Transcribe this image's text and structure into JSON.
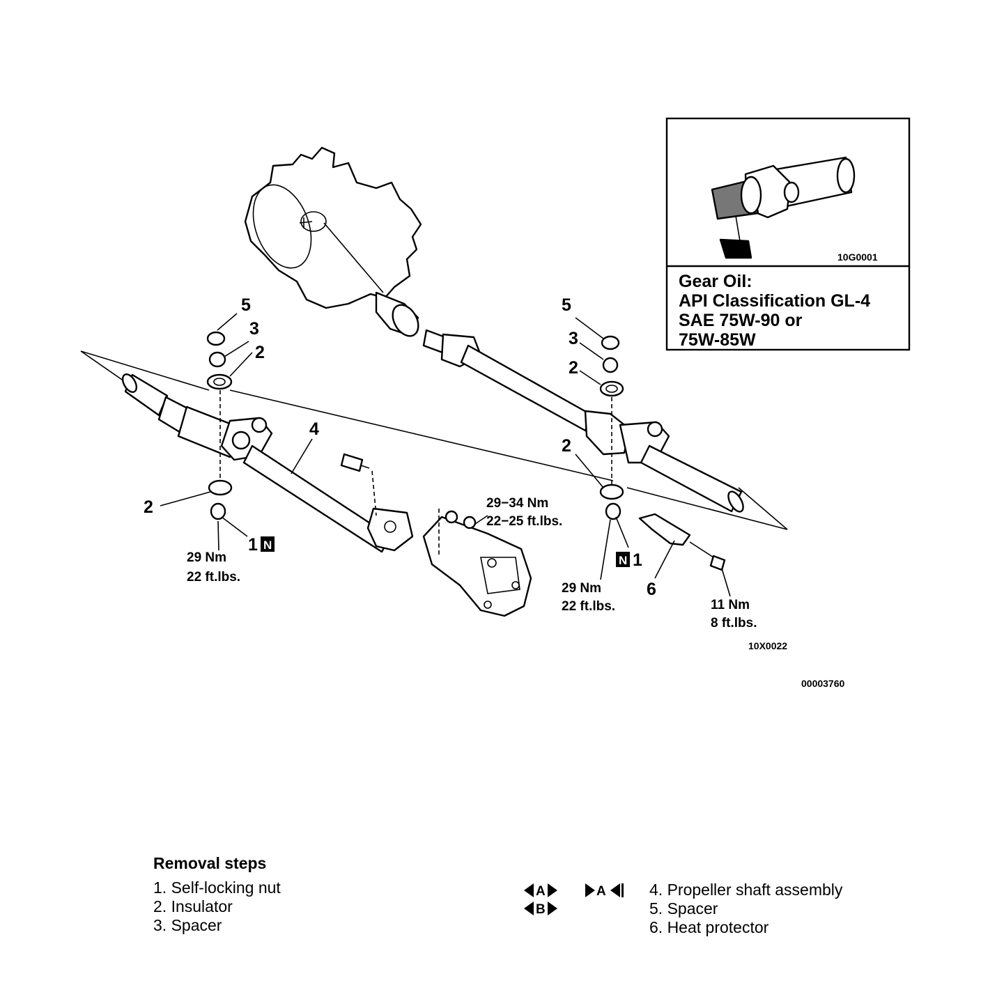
{
  "inset": {
    "image_code": "10G0001",
    "gear_oil_lines": [
      "Gear Oil:",
      "API Classification GL-4",
      "SAE 75W-90 or",
      "75W-85W"
    ]
  },
  "callouts": {
    "left": {
      "spacer_5": "5",
      "spacer_3": "3",
      "insulator_upper": "2",
      "shaft_4": "4",
      "insulator_lower": "2",
      "nut_1": "1"
    },
    "right": {
      "spacer_5": "5",
      "spacer_3": "3",
      "insulator_upper": "2",
      "insulator_lower": "2",
      "nut_1": "1",
      "heat_protector_6": "6"
    },
    "nut_mark": "N"
  },
  "torques": {
    "left_nut": [
      "29 Nm",
      "22 ft.lbs."
    ],
    "flange_bolts": [
      "29−34 Nm",
      "22−25 ft.lbs."
    ],
    "right_nut": [
      "29 Nm",
      "22 ft.lbs."
    ],
    "heat_protector_bolt": [
      "11 Nm",
      "8 ft.lbs."
    ]
  },
  "figure_codes": {
    "diagram": "10X0022",
    "page": "00003760"
  },
  "removal": {
    "title": "Removal steps",
    "left_steps": [
      "1. Self-locking nut",
      "2. Insulator",
      "3. Spacer"
    ],
    "marks": {
      "a_install": "A",
      "a_remove": "A",
      "b_install": "B"
    },
    "right_steps": [
      "4. Propeller shaft assembly",
      "5. Spacer",
      "6. Heat protector"
    ]
  }
}
